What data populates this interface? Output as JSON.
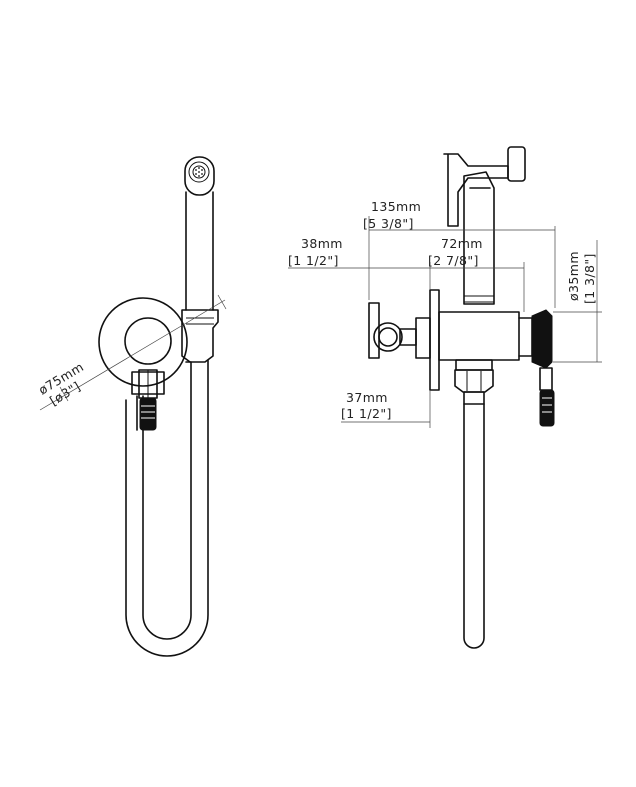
{
  "dimensions": {
    "diameter_75": {
      "metric": "ø75mm",
      "imperial": "[ø3\"]"
    },
    "width_135": {
      "metric": "135mm",
      "imperial": "[5 3/8\"]"
    },
    "width_38": {
      "metric": "38mm",
      "imperial": "[1 1/2\"]"
    },
    "width_72": {
      "metric": "72mm",
      "imperial": "[2 7/8\"]"
    },
    "diameter_35": {
      "metric": "ø35mm",
      "imperial": "[1 3/8\"]"
    },
    "width_37": {
      "metric": "37mm",
      "imperial": "[1 1/2\"]"
    }
  },
  "colors": {
    "line": "#111111",
    "dimension": "#444444",
    "background": "#ffffff"
  }
}
